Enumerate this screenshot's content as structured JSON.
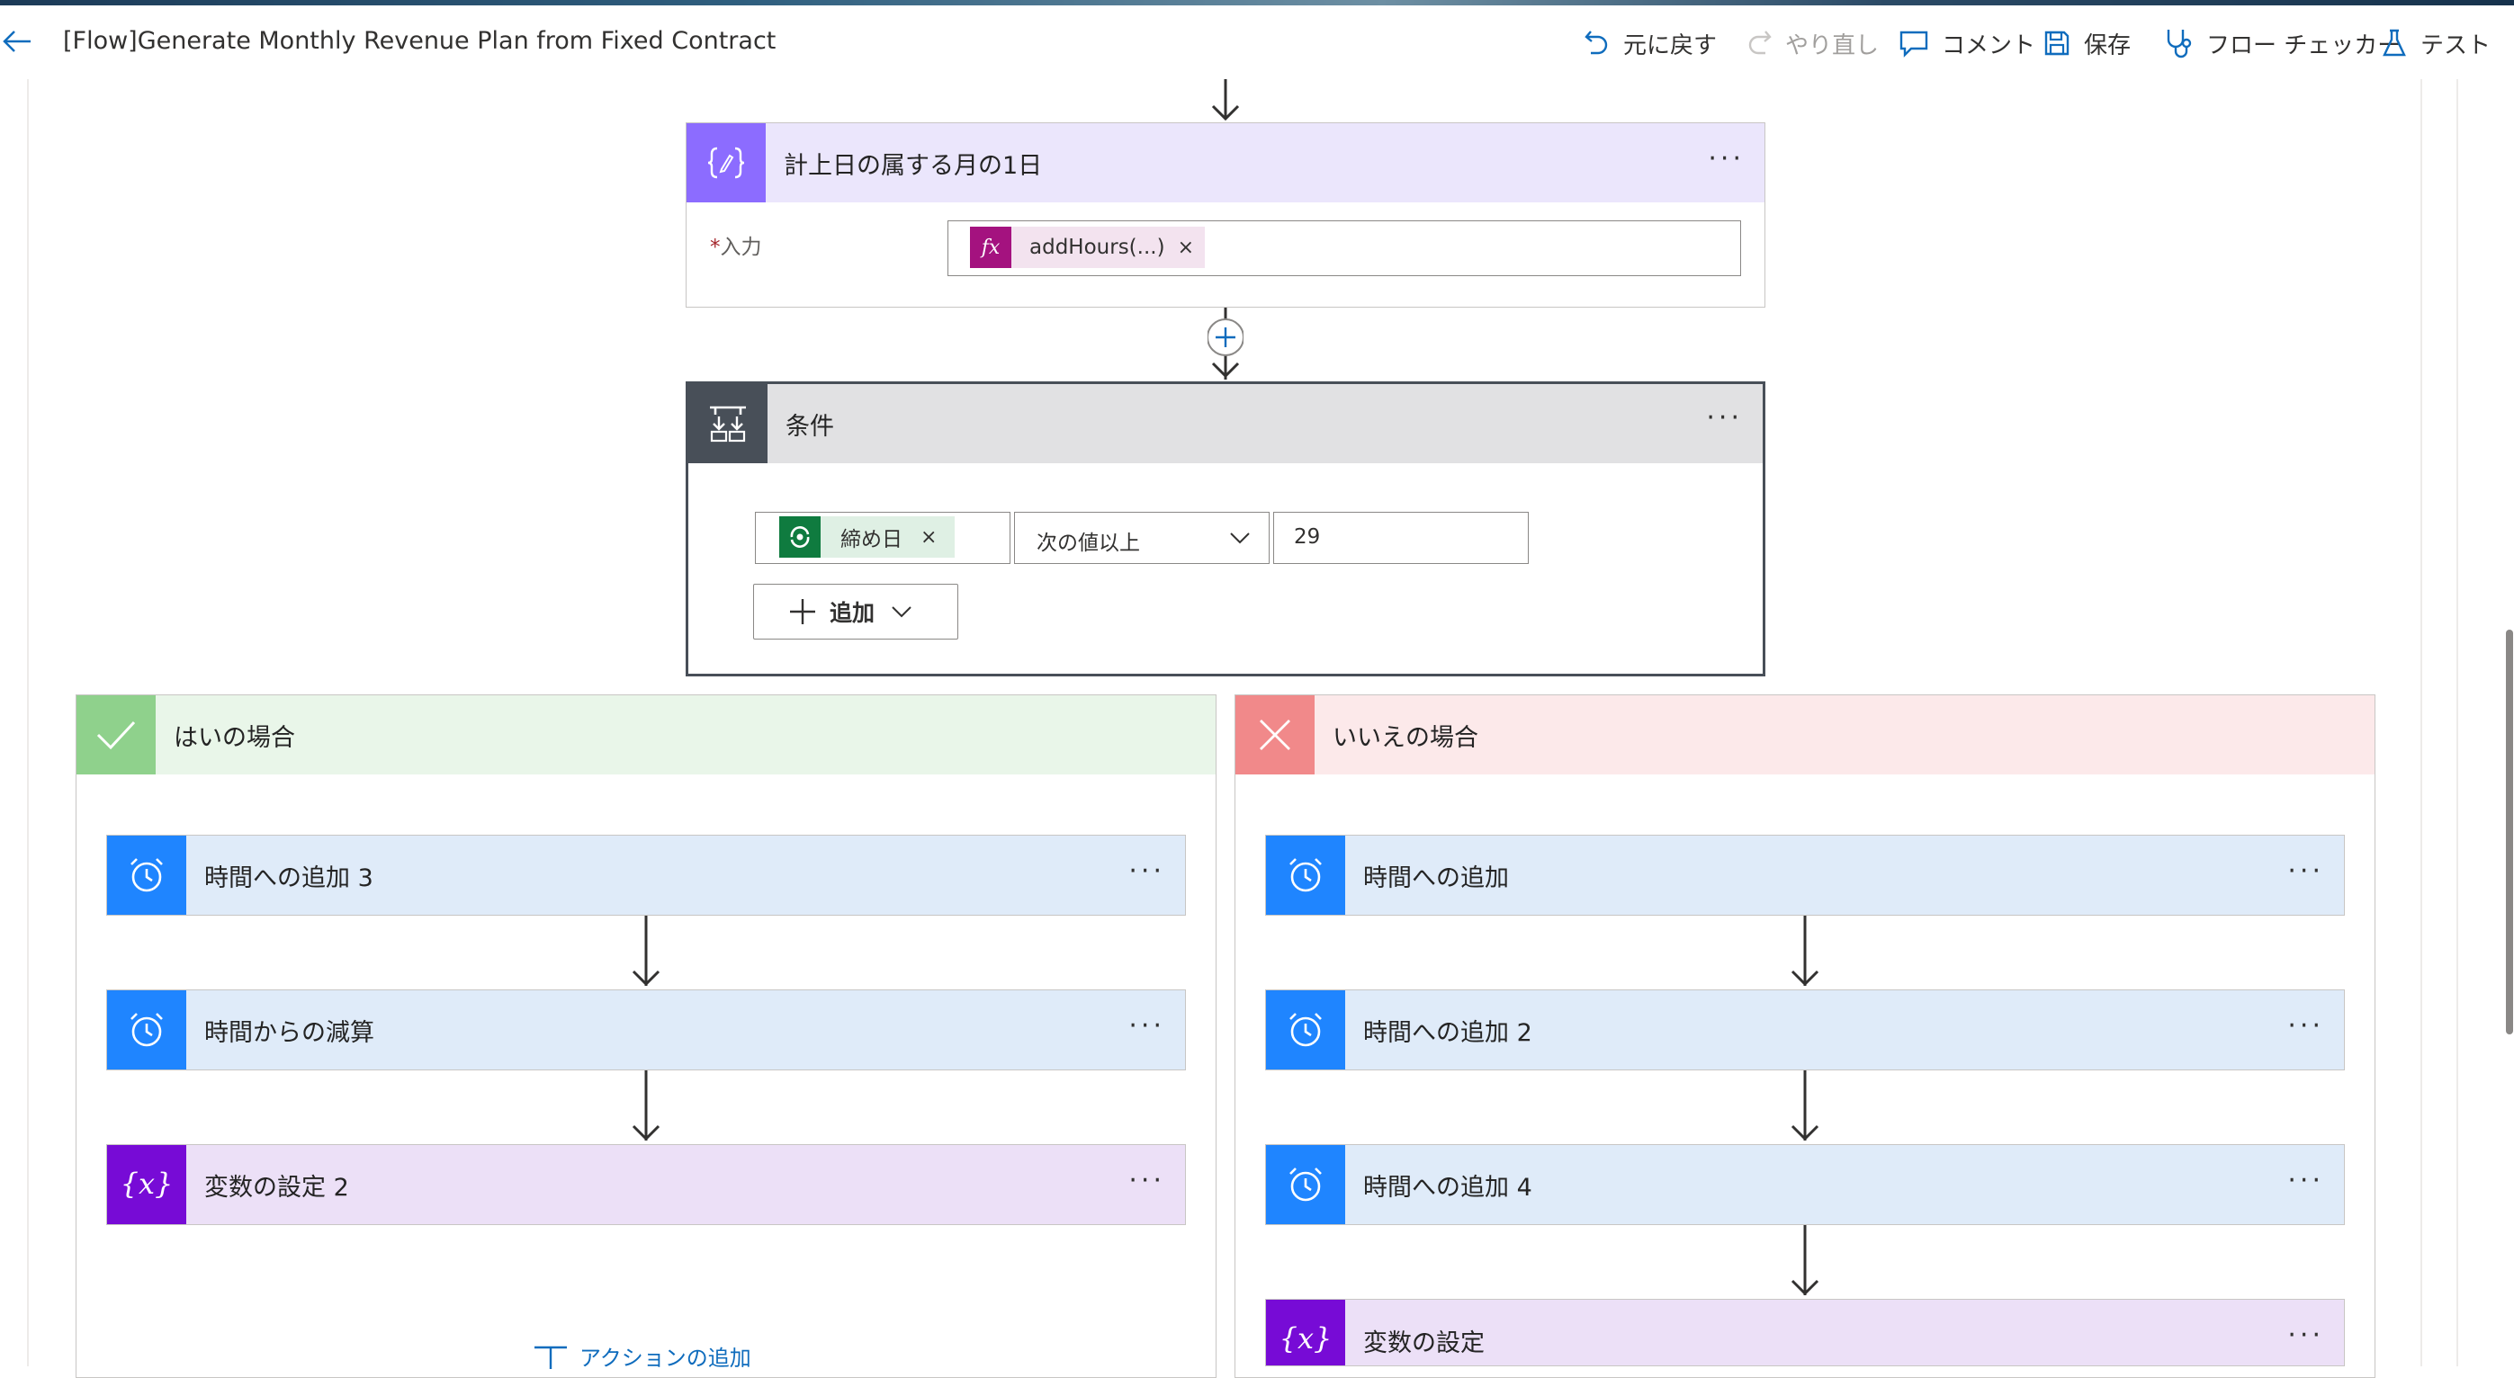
{
  "header": {
    "flow_title": "[Flow]Generate Monthly Revenue Plan from Fixed Contract",
    "undo_label": "元に戻す",
    "redo_label": "やり直し",
    "comment_label": "コメント",
    "save_label": "保存",
    "checker_label": "フロー チェッカー",
    "test_label": "テスト"
  },
  "compose": {
    "title": "計上日の属する月の1日",
    "input_label": "入力",
    "required_mark": "*",
    "token_label": "addHours(...)",
    "token_icon": "fx",
    "token_remove": "×"
  },
  "condition": {
    "title": "条件",
    "left_token": "締め日",
    "left_remove": "×",
    "operator": "次の値以上",
    "right_value": "29",
    "add_label": "追加"
  },
  "yes_branch": {
    "title": "はいの場合",
    "actions": [
      {
        "title": "時間への追加 3",
        "type": "time"
      },
      {
        "title": "時間からの減算",
        "type": "time"
      },
      {
        "title": "変数の設定 2",
        "type": "variable"
      }
    ],
    "add_action": "アクションの追加"
  },
  "no_branch": {
    "title": "いいえの場合",
    "actions": [
      {
        "title": "時間への追加",
        "type": "time"
      },
      {
        "title": "時間への追加 2",
        "type": "time"
      },
      {
        "title": "時間への追加 4",
        "type": "time"
      },
      {
        "title": "変数の設定",
        "type": "variable"
      }
    ]
  },
  "more_glyph": "···",
  "colors": {
    "compose_accent": "#8c6cff",
    "compose_head": "#ebe6fc",
    "condition_accent": "#484f58",
    "yes_accent": "#8fd18c",
    "yes_head": "#e9f6e9",
    "no_accent": "#f1898a",
    "no_head": "#fce9ea",
    "time_accent": "#1f85ff",
    "time_head": "#dfebf9",
    "variable_accent": "#770bd6",
    "variable_head": "#ece0f7",
    "dataverse_green": "#0f7b3f",
    "expression_magenta": "#a4127f"
  }
}
